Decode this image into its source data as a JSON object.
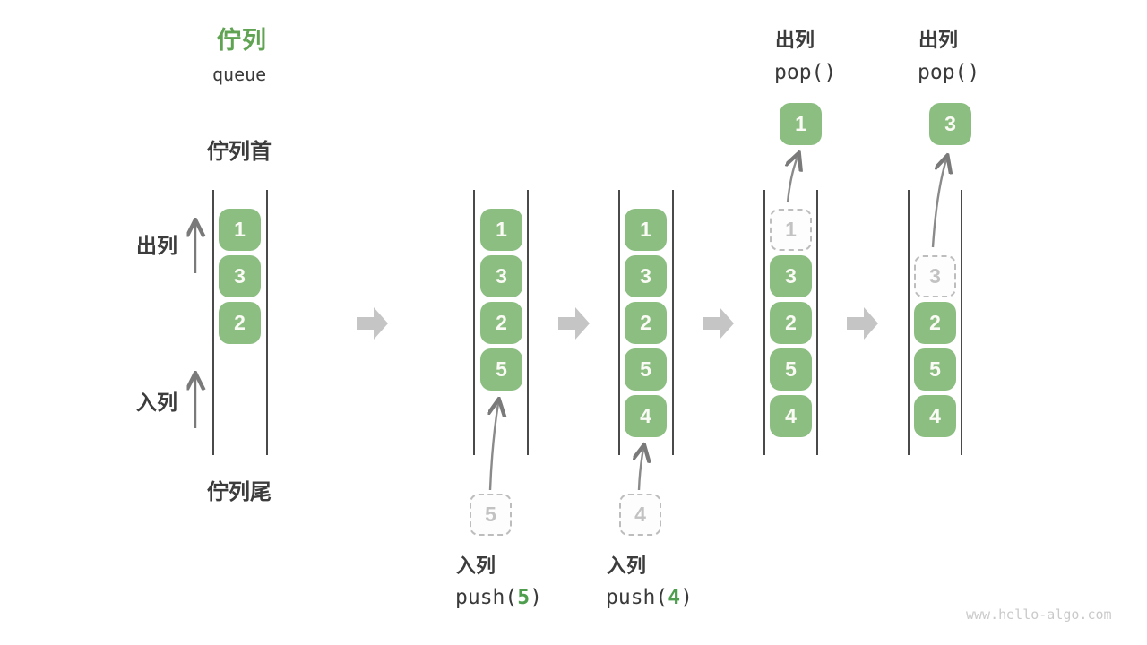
{
  "header": {
    "title_zh": "佇列",
    "title_en": "queue"
  },
  "side_labels": {
    "front": "佇列首",
    "rear": "佇列尾",
    "dequeue": "出列",
    "enqueue": "入列"
  },
  "columns": [
    {
      "cells": [
        "1",
        "3",
        "2"
      ]
    },
    {
      "cells": [
        "1",
        "3",
        "2",
        "5"
      ]
    },
    {
      "cells": [
        "1",
        "3",
        "2",
        "5",
        "4"
      ]
    },
    {
      "ghost": "1",
      "cells": [
        "3",
        "2",
        "5",
        "4"
      ]
    },
    {
      "ghost": "3",
      "cells": [
        "2",
        "5",
        "4"
      ]
    }
  ],
  "ops": {
    "push5": {
      "action": "入列",
      "fn": "push(",
      "arg": "5",
      "close": ")",
      "staged": "5"
    },
    "push4": {
      "action": "入列",
      "fn": "push(",
      "arg": "4",
      "close": ")",
      "staged": "4"
    },
    "pop_first": {
      "action": "出列",
      "code": "pop()",
      "value": "1"
    },
    "pop_second": {
      "action": "出列",
      "code": "pop()",
      "value": "3"
    }
  },
  "watermark": "www.hello-algo.com",
  "colors": {
    "cell_green": "#8cbe82",
    "accent_green": "#5fa353",
    "code_arg_green": "#4f9e4f",
    "block_arrow_gray": "#c5c5c5",
    "thin_arrow_gray": "#7a7a7a",
    "rail_line": "#4a4a4a",
    "text_dark": "#3c3c3c",
    "ghost_gray": "#c2c2c2"
  }
}
